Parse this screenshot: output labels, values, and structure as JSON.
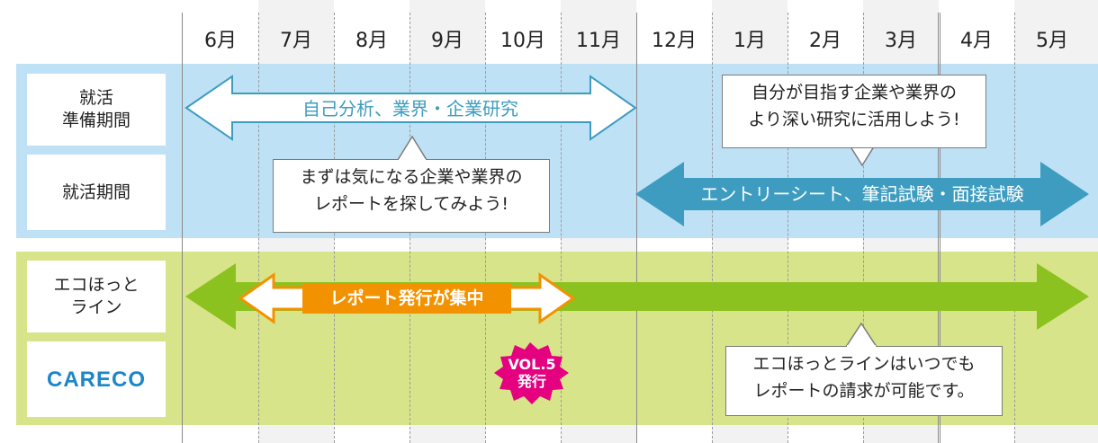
{
  "months": [
    "6月",
    "7月",
    "8月",
    "9月",
    "10月",
    "11月",
    "12月",
    "1月",
    "2月",
    "3月",
    "4月",
    "5月"
  ],
  "rows": {
    "prep": "就活\n準備期間",
    "active": "就活期間",
    "ecohotline": "エコほっと\nライン",
    "careco": "CARECO"
  },
  "arrows": {
    "self_analysis": "自己分析、業界・企業研究",
    "entry": "エントリーシート、筆記試験・面接試験",
    "report_focus": "レポート発行が集中"
  },
  "callouts": {
    "top_right": "自分が目指す企業や業界の\nより深い研究に活用しよう!",
    "middle_left": "まずは気になる企業や業界の\nレポートを探してみよう!",
    "bottom_right": "エコほっとラインはいつでも\nレポートの請求が可能です。"
  },
  "badge": {
    "line1": "VOL.5",
    "line2": "発行"
  },
  "colors": {
    "blue_band": "#bfe1f5",
    "green_band": "#d8e48a",
    "entry_arrow": "#3d9cbf",
    "green_arrow": "#8cc21f",
    "orange": "#f39200",
    "badge": "#e4007f",
    "careco_text": "#1d86c7"
  }
}
